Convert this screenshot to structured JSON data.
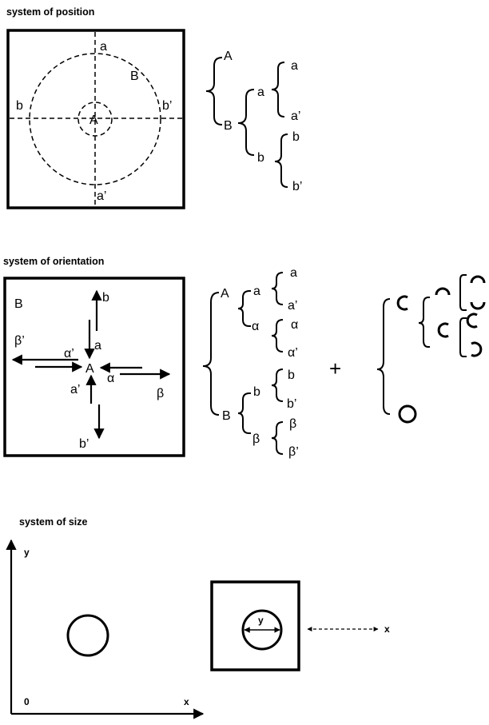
{
  "position": {
    "heading": "system of position",
    "labels": {
      "a": "a",
      "a_prime": "a’",
      "b": "b",
      "b_prime": "b’",
      "A": "A",
      "B": "B"
    },
    "tree": {
      "A": "A",
      "B": "B",
      "a": "a",
      "a1": "a",
      "a2": "a’",
      "b": "b",
      "b1": "b",
      "b2": "b’"
    }
  },
  "orientation": {
    "heading": "system of orientation",
    "labels": {
      "B": "B",
      "A": "A",
      "a": "a",
      "a_prime": "a’",
      "b": "b",
      "b_prime": "b’",
      "alpha": "α",
      "alpha_prime": "α’",
      "beta": "β",
      "beta_prime": "β’"
    },
    "tree": {
      "A": "A",
      "B": "B",
      "a": "a",
      "a1": "a",
      "a2": "a’",
      "alpha": "α",
      "alpha1": "α",
      "alpha2": "α’",
      "b": "b",
      "b1": "b",
      "b2": "b’",
      "beta": "β",
      "beta1": "β",
      "beta2": "β’"
    },
    "plus": "+"
  },
  "size": {
    "heading": "system of size",
    "axes": {
      "y": "y",
      "x": "x",
      "origin": "0"
    },
    "inner_y": "y",
    "outer_x": "x"
  }
}
